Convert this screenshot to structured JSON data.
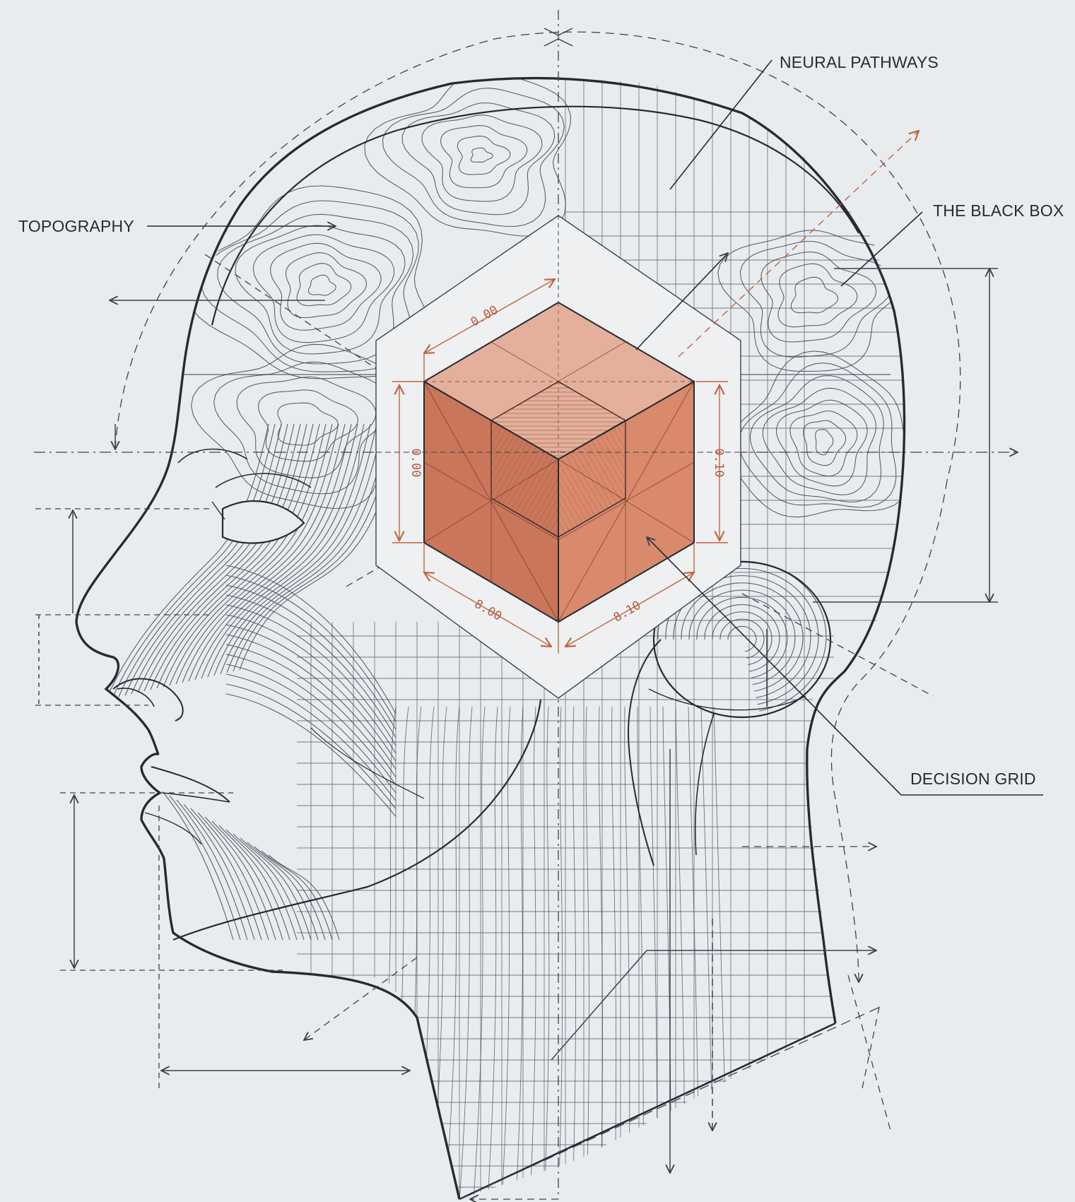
{
  "diagram": {
    "labels": {
      "neural_pathways": "NEURAL PATHWAYS",
      "the_black_box": "THE BLACK BOX",
      "topography": "TOPOGRAPHY",
      "decision_grid": "DECISION GRID"
    },
    "cube_dimensions": {
      "top_left": "0.00",
      "left": "0.00",
      "right": "0.10",
      "bottom_left": "8.00",
      "bottom_right": "8.10"
    },
    "colors": {
      "background": "#e9ecef",
      "ink": "#262b33",
      "cube_light": "#e5b39e",
      "cube_mid": "#d88f71",
      "cube_dark": "#c46f54",
      "dimension_accent": "#c0643f"
    }
  }
}
